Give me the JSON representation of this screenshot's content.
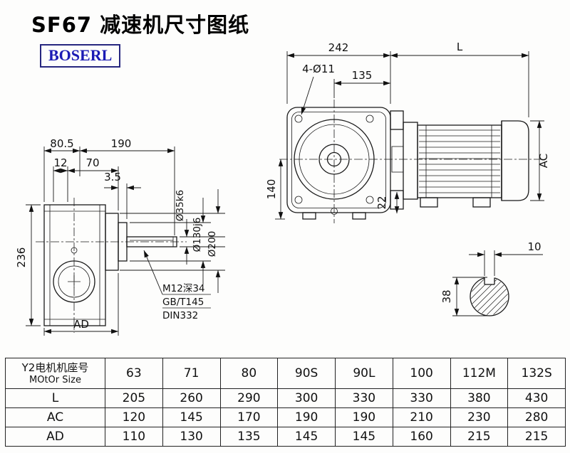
{
  "title": "SF67 减速机尺寸图纸",
  "logo": "BOSERL",
  "colors": {
    "logo_text": "#1b1bb4",
    "logo_border": "#26267f",
    "line": "#1a1a1a"
  },
  "drawing": {
    "side_view": {
      "dim_80_5": "80.5",
      "dim_190": "190",
      "dim_12": "12",
      "dim_70": "70",
      "dim_3_5": "3.5",
      "dim_236": "236",
      "dim_AD": "AD",
      "dia_shaft": "Ø35k6",
      "dia_spigot": "Ø130j6",
      "dia_flange": "Ø200",
      "note_tap": "M12深34",
      "note_std1": "GB/T145",
      "note_std2": "DIN332"
    },
    "front_view": {
      "dim_242": "242",
      "dim_L": "L",
      "holes": "4-Ø11",
      "dim_135": "135",
      "dim_140": "140",
      "dim_22": "22",
      "dim_AC": "AC"
    },
    "shaft_section": {
      "dim_10": "10",
      "dim_38": "38"
    }
  },
  "table": {
    "motor_row": {
      "label_cn": "Y2电机机座号",
      "label_en": "MOtOr Size",
      "values": [
        "63",
        "71",
        "80",
        "90S",
        "90L",
        "100",
        "112M",
        "132S"
      ]
    },
    "l_row": {
      "label": "L",
      "values": [
        "205",
        "260",
        "290",
        "300",
        "330",
        "330",
        "380",
        "430"
      ]
    },
    "ac_row": {
      "label": "AC",
      "values": [
        "120",
        "145",
        "170",
        "190",
        "190",
        "210",
        "230",
        "280"
      ]
    },
    "ad_row": {
      "label": "AD",
      "values": [
        "110",
        "130",
        "135",
        "145",
        "145",
        "160",
        "215",
        "215"
      ]
    }
  }
}
